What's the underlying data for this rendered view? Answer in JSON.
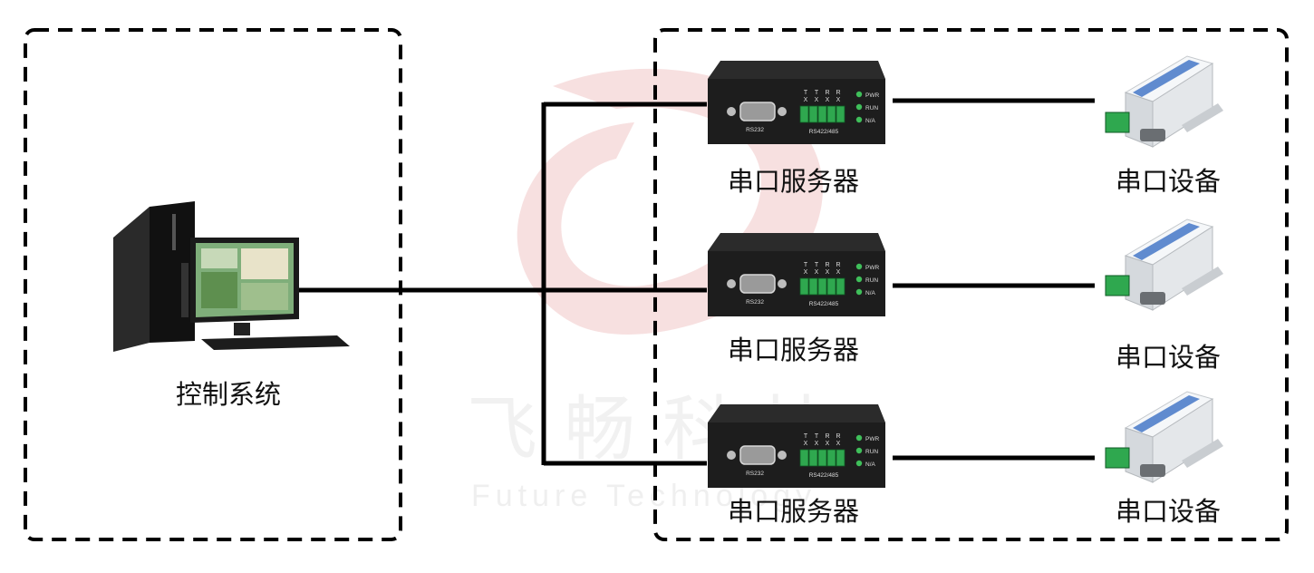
{
  "control_system": {
    "label": "控制系统"
  },
  "servers": [
    {
      "label": "串口服务器",
      "port_label": "RS232",
      "terminal_label": "RS422/485",
      "terminal_pins": [
        "T",
        "T",
        "R",
        "R"
      ],
      "terminal_pins_row2": [
        "X",
        "X",
        "X",
        "X"
      ],
      "leds": [
        "PWR",
        "RUN",
        "N/A"
      ]
    },
    {
      "label": "串口服务器",
      "port_label": "RS232",
      "terminal_label": "RS422/485",
      "terminal_pins": [
        "T",
        "T",
        "R",
        "R"
      ],
      "terminal_pins_row2": [
        "X",
        "X",
        "X",
        "X"
      ],
      "leds": [
        "PWR",
        "RUN",
        "N/A"
      ]
    },
    {
      "label": "串口服务器",
      "port_label": "RS232",
      "terminal_label": "RS422/485",
      "terminal_pins": [
        "T",
        "T",
        "R",
        "R"
      ],
      "terminal_pins_row2": [
        "X",
        "X",
        "X",
        "X"
      ],
      "leds": [
        "PWR",
        "RUN",
        "N/A"
      ]
    }
  ],
  "devices": [
    {
      "label": "串口设备"
    },
    {
      "label": "串口设备"
    },
    {
      "label": "串口设备"
    }
  ],
  "watermark": {
    "chinese": "飞畅科技",
    "english": "Future Technology"
  },
  "colors": {
    "line": "#000000",
    "dash": "#000000",
    "server_body": "#1d1d1d",
    "terminal_green": "#2fa84f",
    "device_body": "#e9ecef",
    "watermark": "#f0c9c9"
  }
}
